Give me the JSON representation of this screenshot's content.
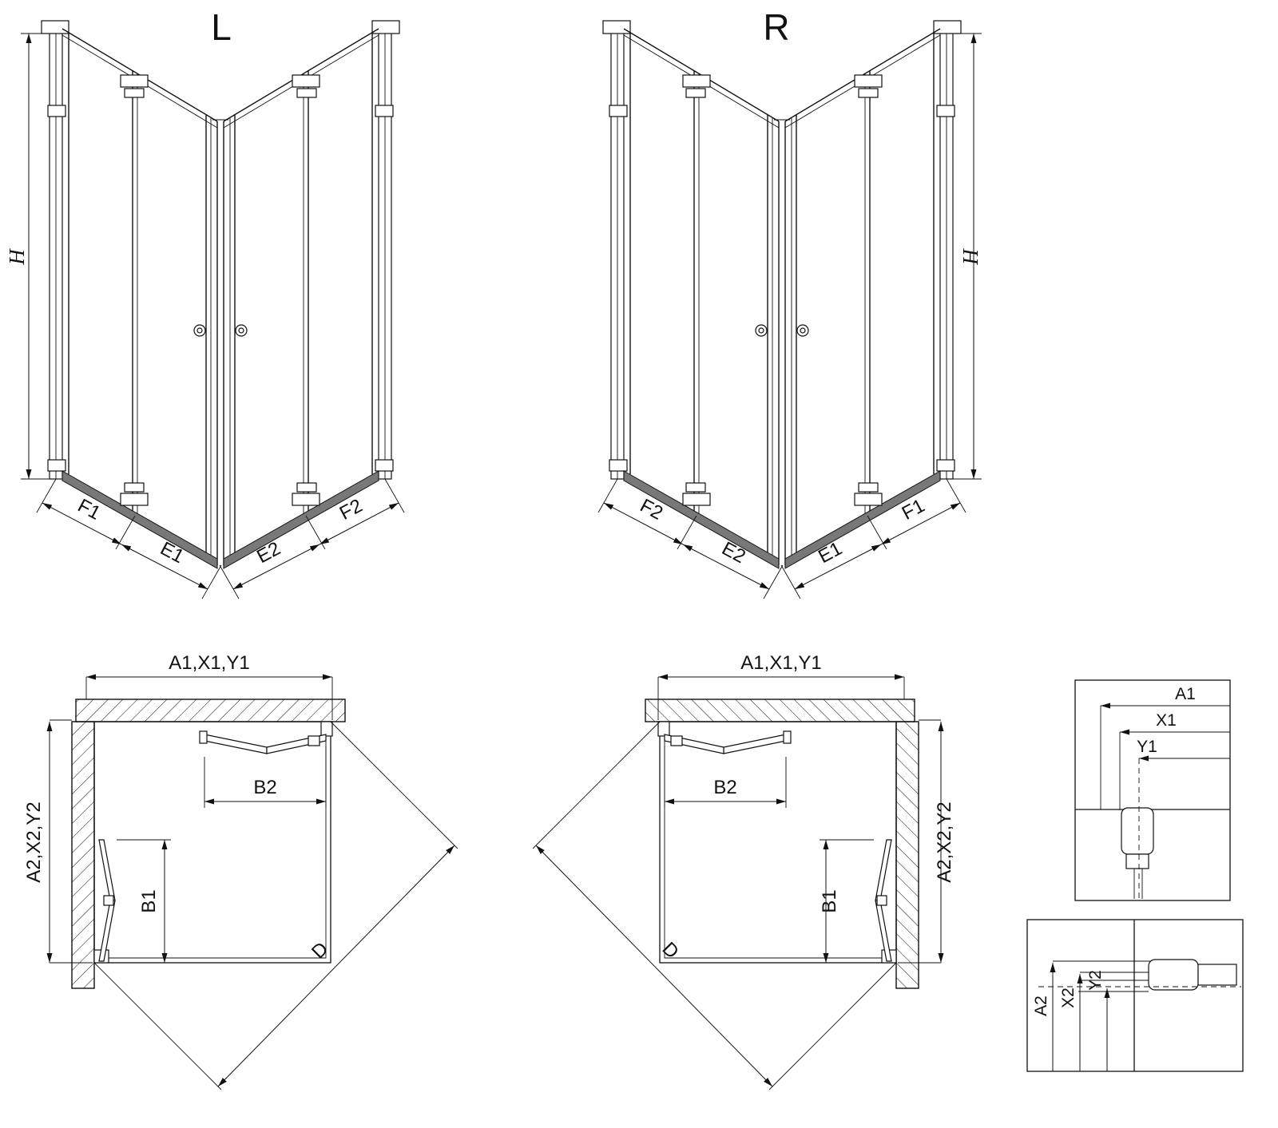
{
  "view3d_left": {
    "title": "L",
    "height_label": "H",
    "dims": {
      "f1": "F1",
      "e1": "E1",
      "e2": "E2",
      "f2": "F2"
    }
  },
  "view3d_right": {
    "title": "R",
    "height_label": "H",
    "dims": {
      "f2": "F2",
      "e2": "E2",
      "e1": "E1",
      "f1": "F1"
    }
  },
  "plan_left": {
    "width_label": "A1,X1,Y1",
    "depth_label": "A2,X2,Y2",
    "door_top_label": "B2",
    "door_side_label": "B1",
    "diagonal_label": "D"
  },
  "plan_right": {
    "width_label": "A1,X1,Y1",
    "depth_label": "A2,X2,Y2",
    "door_top_label": "B2",
    "door_side_label": "B1",
    "diagonal_label": "D"
  },
  "detail_horizontal": {
    "a1": "A1",
    "x1": "X1",
    "y1": "Y1"
  },
  "detail_vertical": {
    "a2": "A2",
    "x2": "X2",
    "y2": "Y2"
  }
}
